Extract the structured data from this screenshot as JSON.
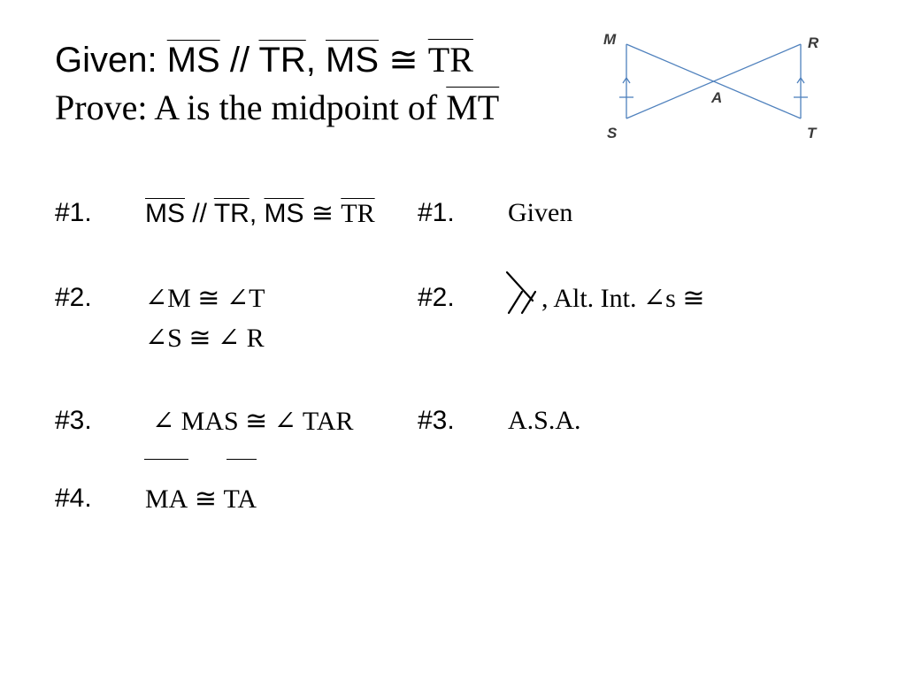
{
  "given": {
    "prefix": "Given: ",
    "seg1": "MS",
    "rel1": " // ",
    "seg2": "TR",
    "comma": ", ",
    "seg3": "MS",
    "rel2": " ≅ ",
    "seg4": "TR"
  },
  "prove": {
    "prefix": "Prove: A is the midpoint of ",
    "seg": "MT"
  },
  "diagram": {
    "labels": {
      "m": "M",
      "r": "R",
      "a": "A",
      "s": "S",
      "t": "T"
    },
    "line_color": "#4f81bd",
    "label_color": "#3a3a3a"
  },
  "proof": {
    "rows": [
      {
        "num": "#1.",
        "stmt": {
          "seg1": "MS",
          "rel1": " // ",
          "seg2": "TR",
          "comma": ", ",
          "seg3": "MS",
          "rel2": " ≅ ",
          "seg4": "TR"
        },
        "reason_num": "#1.",
        "reason": "Given"
      },
      {
        "num": "#2.",
        "stmt_line1": "∠M ≅ ∠T",
        "stmt_line2": "∠S ≅ ∠ R",
        "reason_num": "#2.",
        "reason_text": ", Alt. Int. ∠s ≅"
      },
      {
        "num": "#3.",
        "stmt": "∠ MAS ≅ ∠ TAR",
        "reason_num": "#3.",
        "reason": "A.S.A."
      },
      {
        "num": "#4.",
        "stmt": {
          "seg1": "MA",
          "rel": " ≅ ",
          "seg2": "TA"
        }
      }
    ]
  }
}
